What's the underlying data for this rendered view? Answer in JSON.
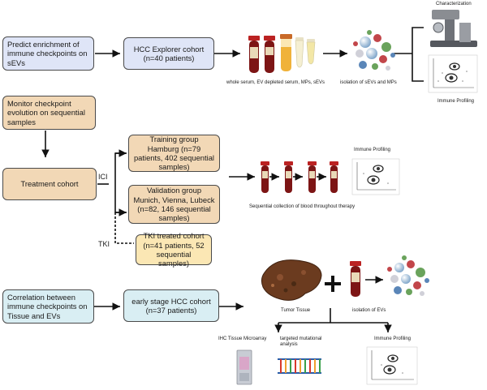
{
  "row1": {
    "predict": "Predict enrichment of immune checkpoints on sEVs",
    "explorer": "HCC Explorer cohort (n=40 patients)",
    "tube_caption": "whole serum, EV depleted serum, MPs, sEVs",
    "isolation": "isolation of sEVs and MPs",
    "characterization": "Characterization",
    "immune_profiling": "Immune Profiling"
  },
  "row2": {
    "monitor": "Monitor checkpoint evolution on sequential samples",
    "treatment": "Treatment cohort",
    "ici": "ICI",
    "tki": "TKI",
    "training": "Training group Hamburg (n=79 patients, 402 sequential samples)",
    "validation": "Validation group Munich, Vienna, Lubeck (n=82, 146 sequential samples)",
    "tki_cohort": "TKI treated cohort (n=41 patients, 52 sequential samples)",
    "immune_profiling": "Immune Profiling",
    "sequential": "Sequential collection of blood throughout therapy"
  },
  "row3": {
    "correlation": "Correlation between immune checkpoints on Tissue and EVs",
    "early": "early stage HCC cohort (n=37 patients)",
    "tumor_tissue": "Tumor Tissue",
    "isolation_evs": "isolation of EVs",
    "ihc": "IHC Tissue Microarray",
    "mutational": "targeted mutational analysis",
    "immune_profiling": "Immune Profiling"
  },
  "colors": {
    "blue_box": "#dfe5f7",
    "tan_box": "#f2d8b6",
    "yellow_box": "#fbe7b4",
    "cyan_box": "#d9eef3",
    "blood": "#8e1b1b",
    "arrow": "#111111"
  },
  "icons": [
    "blood-tube-icon",
    "serum-tube-icon",
    "vesicle-cloud-icon",
    "microscope-icon",
    "scatter-plot-icon",
    "liver-icon",
    "plus-icon",
    "tissue-slide-icon",
    "dna-icon"
  ]
}
